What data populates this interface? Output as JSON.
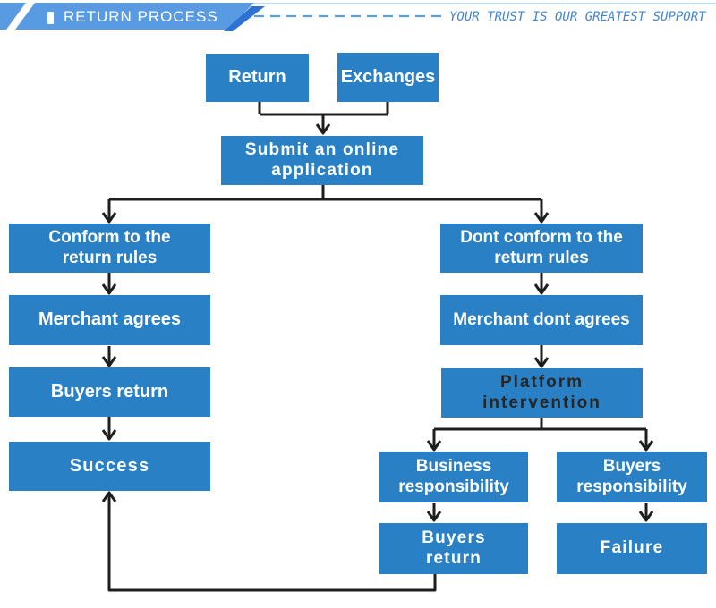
{
  "header": {
    "title": "RETURN PROCESS",
    "tagline": "YOUR TRUST IS OUR GREATEST SUPPORT"
  },
  "colors": {
    "node_blue": "#2a80c4",
    "banner_blue": "#589be3",
    "banner_accent_blue": "#2e73d4",
    "dashed_line_blue": "#5f9ede",
    "top_rule_blue": "#aacdf2",
    "tagline_blue": "#4285d6",
    "connector_black": "#1e1e1e",
    "platform_text_dark": "#262626",
    "node_text_white": "#ffffff"
  },
  "flowchart": {
    "nodes": [
      {
        "id": "return",
        "label": "Return"
      },
      {
        "id": "exchanges",
        "label": "Exchanges"
      },
      {
        "id": "submit",
        "label": "Submit an online\napplication"
      },
      {
        "id": "conform",
        "label": "Conform to the\nreturn rules"
      },
      {
        "id": "merchant_agrees",
        "label": "Merchant agrees"
      },
      {
        "id": "buyers_return",
        "label": "Buyers return"
      },
      {
        "id": "success",
        "label": "Success"
      },
      {
        "id": "dont_conform",
        "label": "Dont conform to the\nreturn rules"
      },
      {
        "id": "merchant_dont_agrees",
        "label": "Merchant dont agrees"
      },
      {
        "id": "platform_intervention",
        "label": "Platform\nintervention"
      },
      {
        "id": "business_responsibility",
        "label": "Business\nresponsibility"
      },
      {
        "id": "buyers_responsibility",
        "label": "Buyers\nresponsibility"
      },
      {
        "id": "buyers_return_2",
        "label": "Buyers\nreturn"
      },
      {
        "id": "failure",
        "label": "Failure"
      }
    ]
  }
}
